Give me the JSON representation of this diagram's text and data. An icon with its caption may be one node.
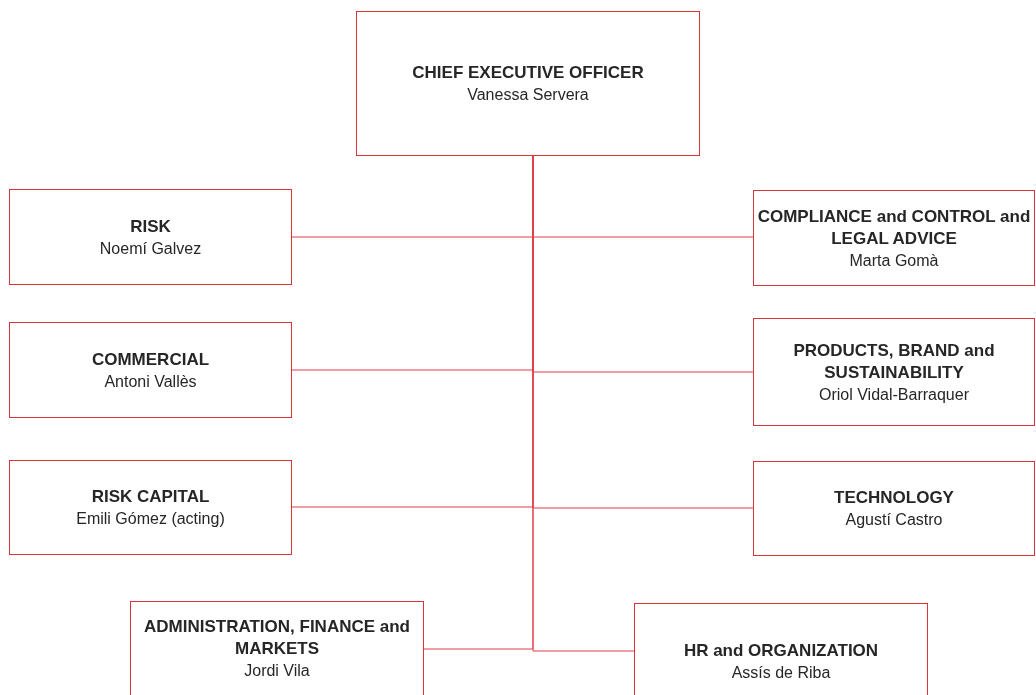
{
  "diagram": {
    "nodes": [
      {
        "text": [
          "CHIEF EXECUTIVE OFFICER",
          "Vanessa Servera"
        ]
      },
      {
        "text": [
          "RISK",
          "Noemí Galvez"
        ]
      },
      {
        "text": [
          "COMPLIANCE and CONTROL and LEGAL ADVICE",
          "Marta Gomà"
        ]
      },
      {
        "text": [
          "COMMERCIAL",
          "Antoni Vallès"
        ]
      },
      {
        "text": [
          "PRODUCTS, BRAND and SUSTAINABILITY",
          "Oriol Vidal-Barraquer"
        ]
      },
      {
        "text": [
          "RISK CAPITAL",
          "Emili Gómez (acting)"
        ]
      },
      {
        "text": [
          "TECHNOLOGY",
          "Agustí Castro"
        ]
      },
      {
        "text": [
          "ADMINISTRATION, FINANCE and MARKETS",
          "Jordi Vila"
        ]
      },
      {
        "text": [
          "HR and ORGANIZATION",
          "Assís de Riba"
        ]
      }
    ],
    "edges": [
      {
        "from": 0,
        "to": 1,
        "arrow": "none"
      },
      {
        "from": 0,
        "to": 2,
        "arrow": "none"
      },
      {
        "from": 0,
        "to": 3,
        "arrow": "none"
      },
      {
        "from": 0,
        "to": 4,
        "arrow": "none"
      },
      {
        "from": 0,
        "to": 5,
        "arrow": "none"
      },
      {
        "from": 0,
        "to": 6,
        "arrow": "none"
      },
      {
        "from": 0,
        "to": 7,
        "arrow": "none"
      },
      {
        "from": 0,
        "to": 8,
        "arrow": "none"
      }
    ]
  }
}
